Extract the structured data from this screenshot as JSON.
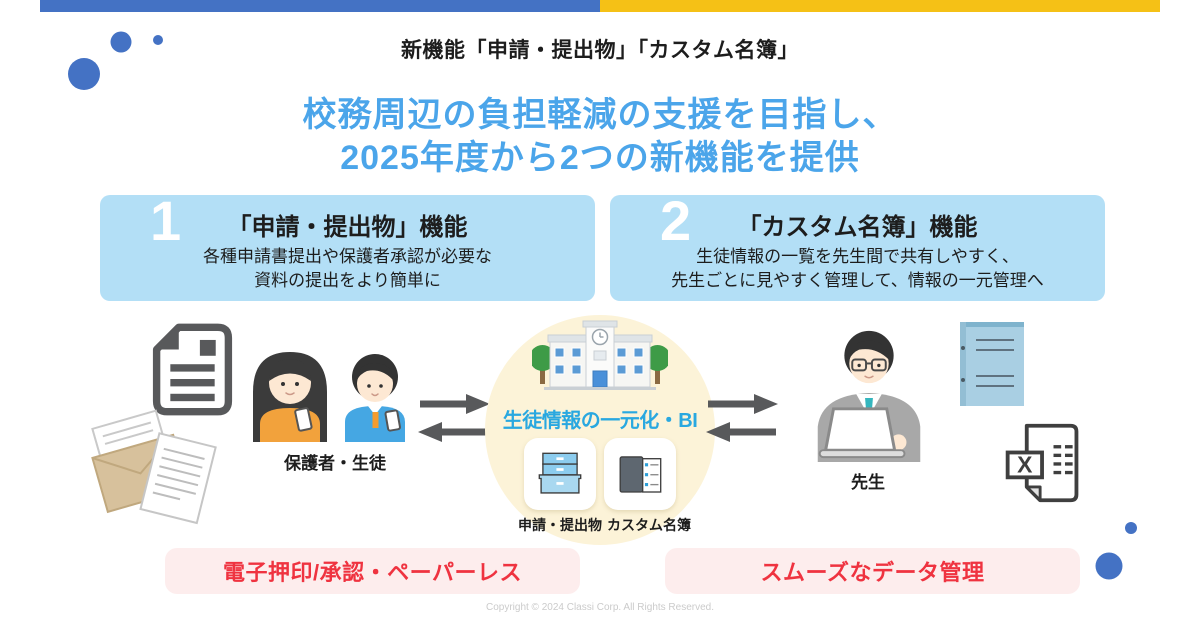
{
  "page": {
    "title": "新機能「申請・提出物」「カスタム名簿」",
    "heading_line1": "校務周辺の負担軽減の支援を目指し、",
    "heading_line2": "2025年度から2つの新機能を提供",
    "copyright": "Copyright © 2024 Classi Corp. All Rights Reserved."
  },
  "features": [
    {
      "number": "1",
      "title": "「申請・提出物」機能",
      "desc_line1": "各種申請書提出や保護者承認が必要な",
      "desc_line2": "資料の提出をより簡単に"
    },
    {
      "number": "2",
      "title": "「カスタム名簿」機能",
      "desc_line1": "生徒情報の一覧を先生間で共有しやすく、",
      "desc_line2": "先生ごとに見やすく管理して、情報の一元管理へ"
    }
  ],
  "diagram": {
    "left_label": "保護者・生徒",
    "center_label": "生徒情報の一元化・BI",
    "center_icons": [
      {
        "icon": "drawer-tray-icon",
        "label": "申請・提出物"
      },
      {
        "icon": "open-roster-icon",
        "label": "カスタム名簿"
      }
    ],
    "right_label": "先生",
    "icons": [
      "document-icon",
      "envelope-papers-icon",
      "parents-students-illustration",
      "swap-arrows-icon",
      "school-building-icon",
      "teacher-laptop-illustration",
      "binder-icon",
      "excel-file-icon"
    ]
  },
  "benefits": [
    {
      "label": "電子押印/承認・ペーパーレス"
    },
    {
      "label": "スムーズなデータ管理"
    }
  ],
  "colors": {
    "bar_blue": "#4472C4",
    "bar_yellow": "#F5C116",
    "heading_blue": "#4BA5EA",
    "feature_box_blue": "#B3DFF6",
    "center_circle_yellow": "#FCF3D8",
    "center_text_cyan": "#29A8E0",
    "benefit_red": "#EF3340",
    "benefit_pink": "#FDEDED",
    "dot_blue": "#4472C4",
    "arrow_gray": "#58595B"
  }
}
